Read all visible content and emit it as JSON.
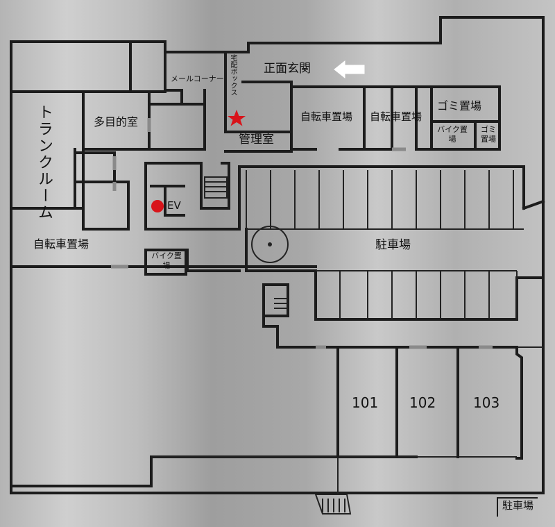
{
  "labels": {
    "trunk_room": "トランクルーム",
    "multipurpose_room": "多目的室",
    "mail_corner": "メールコーナー",
    "delivery_box": "宅配ボックス",
    "main_entrance": "正面玄関",
    "management_office": "管理室",
    "bicycle_parking_1": "自転車置場",
    "bicycle_parking_2": "自転車置場",
    "bicycle_parking_3": "自転車置場",
    "garbage_area": "ゴミ置場",
    "bike_parking_top": "バイク置場",
    "garbage_small": "ゴミ置場",
    "elevator": "EV",
    "bike_parking_bottom": "バイク置場",
    "parking_center": "駐車場",
    "parking_corner": "駐車場",
    "unit_101": "101",
    "unit_102": "102",
    "unit_103": "103"
  },
  "markers": {
    "current_location": {
      "shape": "star",
      "color": "#d8141a"
    },
    "elevator_dot": {
      "shape": "circle",
      "color": "#d8141a"
    }
  },
  "colors": {
    "wall": "#1c1c1c",
    "plate": "#bdbdbd",
    "entrance_arrow": "#ffffff"
  },
  "icons": {
    "entrance_arrow": "arrow-left-icon",
    "stairs": "stairs-icon"
  }
}
